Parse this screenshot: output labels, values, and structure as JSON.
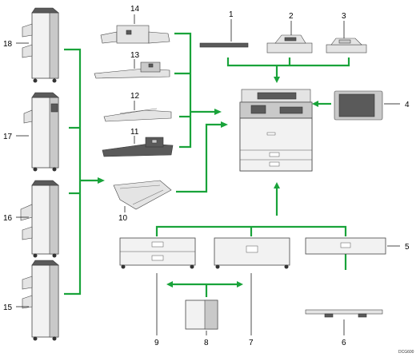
{
  "labels": {
    "l1": "1",
    "l2": "2",
    "l3": "3",
    "l4": "4",
    "l5": "5",
    "l6": "6",
    "l7": "7",
    "l8": "8",
    "l9": "9",
    "l10": "10",
    "l11": "11",
    "l12": "12",
    "l13": "13",
    "l14": "14",
    "l15": "15",
    "l16": "16",
    "l17": "17",
    "l18": "18"
  },
  "code": "DCG600",
  "colors": {
    "connector": "#19a33a"
  }
}
